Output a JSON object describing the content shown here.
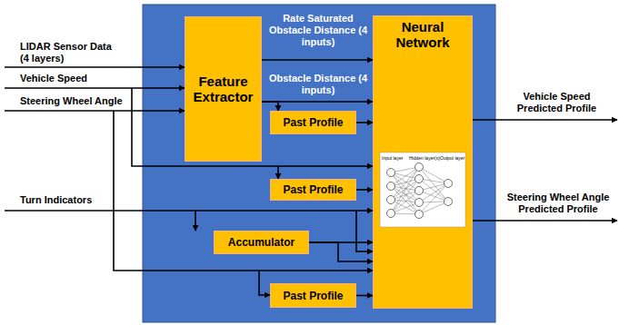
{
  "diagram": {
    "nodes": [
      {
        "text": [
          "Feature Extractor"
        ]
      },
      {
        "text": [
          "Neural Network"
        ]
      },
      {
        "text": [
          "Past Profile"
        ]
      },
      {
        "text": [
          "Past Profile"
        ]
      },
      {
        "text": [
          "Accumulator"
        ]
      },
      {
        "text": [
          "Past Profile"
        ]
      }
    ],
    "edges": [
      {
        "from": 0,
        "to": 1,
        "arrow": "to",
        "label": "Rate Saturated Obstacle Distance (4 inputs)"
      },
      {
        "from": 0,
        "to": 1,
        "arrow": "to",
        "label": "Obstacle Distance (4 inputs)"
      },
      {
        "from": 0,
        "to": 2,
        "arrow": "to"
      },
      {
        "from": 2,
        "to": 1,
        "arrow": "to"
      },
      {
        "from": 3,
        "to": 1,
        "arrow": "to"
      },
      {
        "from": 4,
        "to": 1,
        "arrow": "to"
      },
      {
        "from": 4,
        "to": 1,
        "arrow": "to"
      },
      {
        "from": 5,
        "to": 1,
        "arrow": "to"
      }
    ],
    "labels": [
      "LIDAR Sensor Data (4 layers)",
      "Vehicle Speed",
      "Steering Wheel Angle",
      "Turn Indicators",
      "Vehicle Speed Predicted Profile",
      "Steering Wheel Angle Predicted Profile",
      "Input layer",
      "Hidden layer(s)",
      "Output layer"
    ]
  }
}
